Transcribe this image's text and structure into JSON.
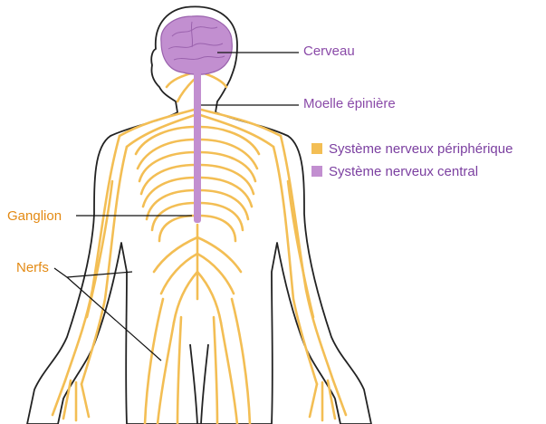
{
  "colors": {
    "peripheral": "#f3be54",
    "central": "#c28fd0",
    "cns_label": "#8a4aa8",
    "pns_label": "#e38a14",
    "outline": "#222222"
  },
  "labels": {
    "brain": "Cerveau",
    "spinal_cord": "Moelle épinière",
    "ganglion": "Ganglion",
    "nerves": "Nerfs"
  },
  "legend": [
    {
      "label": "Système nerveux périphérique",
      "color": "#f3be54"
    },
    {
      "label": "Système nerveux central",
      "color": "#c28fd0"
    }
  ]
}
